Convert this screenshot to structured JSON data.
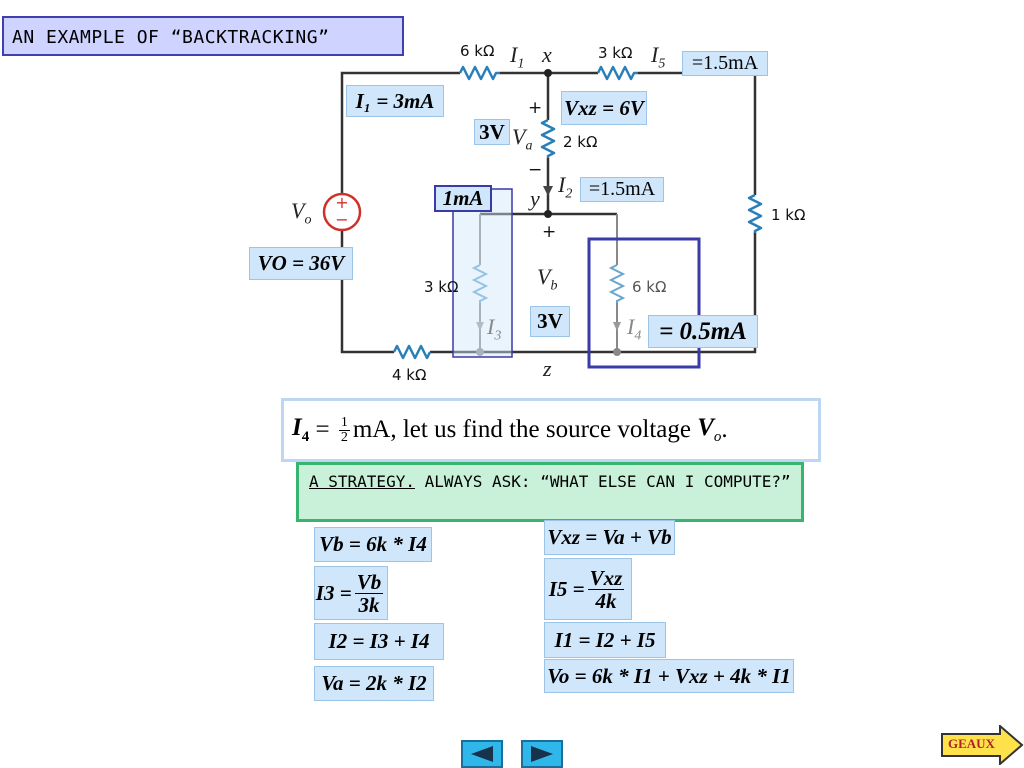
{
  "title": "AN EXAMPLE OF “BACKTRACKING”",
  "circuit": {
    "resistors": {
      "r_6k_top": "6 kΩ",
      "r_3k_top": "3 kΩ",
      "r_2k": "2 kΩ",
      "r_1k": "1 kΩ",
      "r_3k_mid": "3 kΩ",
      "r_6k_mid": "6 kΩ",
      "r_4k": "4 kΩ"
    },
    "currents": {
      "i1": "I",
      "i1_sub": "1",
      "i5": "I",
      "i5_sub": "5",
      "i2": "I",
      "i2_sub": "2",
      "i3": "I",
      "i3_sub": "3",
      "i4": "I",
      "i4_sub": "4"
    },
    "nodes": {
      "x": "x",
      "y": "y",
      "z": "z"
    },
    "voltages": {
      "va": "V",
      "va_sub": "a",
      "vb": "V",
      "vb_sub": "b",
      "vo": "V",
      "vo_sub": "o",
      "plus": "+",
      "minus": "−"
    },
    "source_plus": "+",
    "source_minus": "−"
  },
  "annotations": {
    "i5_value": "=1.5mA",
    "i1_value": "I₁ = 3mA",
    "vxz_value": "Vxz = 6V",
    "va_value": "3V",
    "i2_value": "=1.5mA",
    "i3_value": "1mA",
    "vo_value": "VO = 36V",
    "vb_value": "3V",
    "i4_value": "= 0.5mA"
  },
  "problem": {
    "lhs": "I",
    "lhs_sub": "4",
    "eq": " = ",
    "num": "1",
    "den": "2",
    "rest": "mA, let us find the source voltage ",
    "vo": "V",
    "vo_sub": "o",
    "end": "."
  },
  "strategy": {
    "heading": "A STRATEGY.",
    "text": " ALWAYS ASK: “WHAT ELSE CAN I COMPUTE?”"
  },
  "equations_left": {
    "eq1": "Vb = 6k * I4",
    "eq2_lhs": "I3 =",
    "eq2_num": "Vb",
    "eq2_den": "3k",
    "eq3": "I2 = I3 + I4",
    "eq4": "Va = 2k * I2"
  },
  "equations_right": {
    "eq1": "Vxz = Va + Vb",
    "eq2_lhs": "I5 =",
    "eq2_num": "Vxz",
    "eq2_den": "4k",
    "eq3": "I1 = I2 + I5",
    "eq4": "Vo = 6k * I1 + Vxz + 4k * I1"
  },
  "nav": {
    "geaux": "GEAUX"
  },
  "colors": {
    "wire": "#333333",
    "resistor": "#2a7fb8",
    "source": "#d0302a",
    "highlight_box": "#3a3aa8",
    "eq_bg": "#cfe6fb",
    "strategy_bg": "#c9f1d9",
    "nav_button": "#2fb7e9",
    "geaux_bg": "#ffe24a"
  }
}
